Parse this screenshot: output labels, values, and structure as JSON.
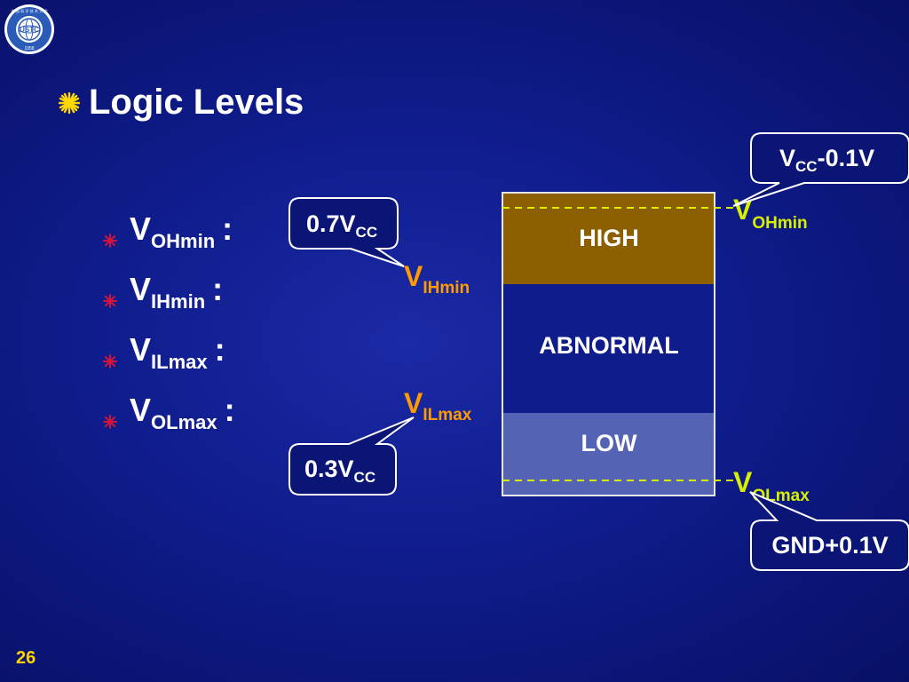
{
  "slide": {
    "title": "Logic Levels",
    "page_number": "26"
  },
  "logo": {
    "text_top": "中 国 科 学 技 术 大 学",
    "text_center": "USTC",
    "text_bottom": "1958"
  },
  "bullets": [
    {
      "main": "V",
      "sub": "OHmin",
      "suffix": ":"
    },
    {
      "main": "V",
      "sub": "IHmin",
      "suffix": ":"
    },
    {
      "main": "V",
      "sub": "ILmax",
      "suffix": ":"
    },
    {
      "main": "V",
      "sub": "OLmax",
      "suffix": ":"
    }
  ],
  "diagram": {
    "regions": [
      {
        "label": "HIGH",
        "color": "#8c6000"
      },
      {
        "label": "ABNORMAL",
        "color": "#0f1c8c"
      },
      {
        "label": "LOW",
        "color": "#5463b3"
      }
    ],
    "markers": {
      "voh": {
        "main": "V",
        "sub": "OHmin",
        "color": "#d8f000"
      },
      "vol": {
        "main": "V",
        "sub": "OLmax",
        "color": "#d8f000"
      },
      "vih": {
        "main": "V",
        "sub": "IHmin",
        "color": "#ff9a00"
      },
      "vil": {
        "main": "V",
        "sub": "ILmax",
        "color": "#ff9a00"
      }
    },
    "callouts": {
      "voh": {
        "main": "V",
        "sub": "CC",
        "rest": "-0.1V"
      },
      "vih": {
        "main": "0.7V",
        "sub": "CC",
        "rest": ""
      },
      "vil": {
        "main": "0.3V",
        "sub": "CC",
        "rest": ""
      },
      "vol": {
        "main": "GND+0.1V",
        "sub": "",
        "rest": ""
      }
    },
    "dash_color": "#d8f000"
  }
}
